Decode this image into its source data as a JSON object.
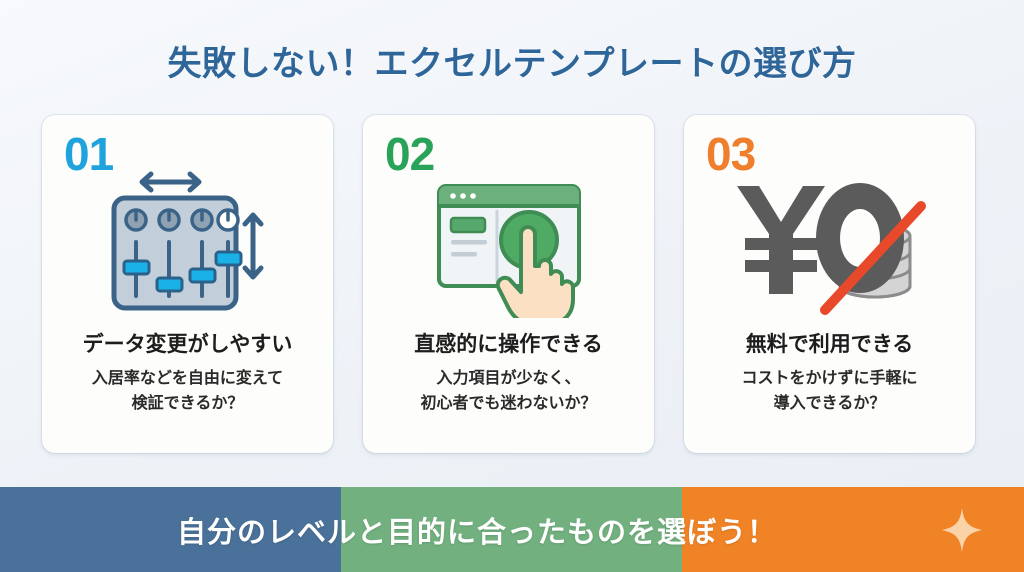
{
  "slide": {
    "title": "失敗しない！エクセルテンプレートの選び方",
    "background_color": "#f2f5f9",
    "title_color": "#2f6699"
  },
  "cards": [
    {
      "number": "01",
      "number_color": "#1fa3dd",
      "icon": "mixer-sliders-icon",
      "title": "データ変更がしやすい",
      "subtitle": "入居率などを自由に変えて\n検証できるか？"
    },
    {
      "number": "02",
      "number_color": "#2aa35a",
      "icon": "browser-click-hand-icon",
      "title": "直感的に操作できる",
      "subtitle": "入力項目が少なく、\n初心者でも迷わないか？"
    },
    {
      "number": "03",
      "number_color": "#ef7f2d",
      "icon": "yen-zero-coins-icon",
      "title": "無料で利用できる",
      "subtitle": "コストをかけずに手軽に\n導入できるか？"
    }
  ],
  "footer": {
    "message": "自分のレベルと目的に合ったものを選ぼう！",
    "text_color": "#ffffff",
    "bands": [
      {
        "name": "blue",
        "color": "#4a7199"
      },
      {
        "name": "green",
        "color": "#72b07f"
      },
      {
        "name": "orange",
        "color": "#f08326"
      }
    ],
    "sparkle_icon": "sparkle-icon",
    "sparkle_color": "#fad3a8"
  }
}
